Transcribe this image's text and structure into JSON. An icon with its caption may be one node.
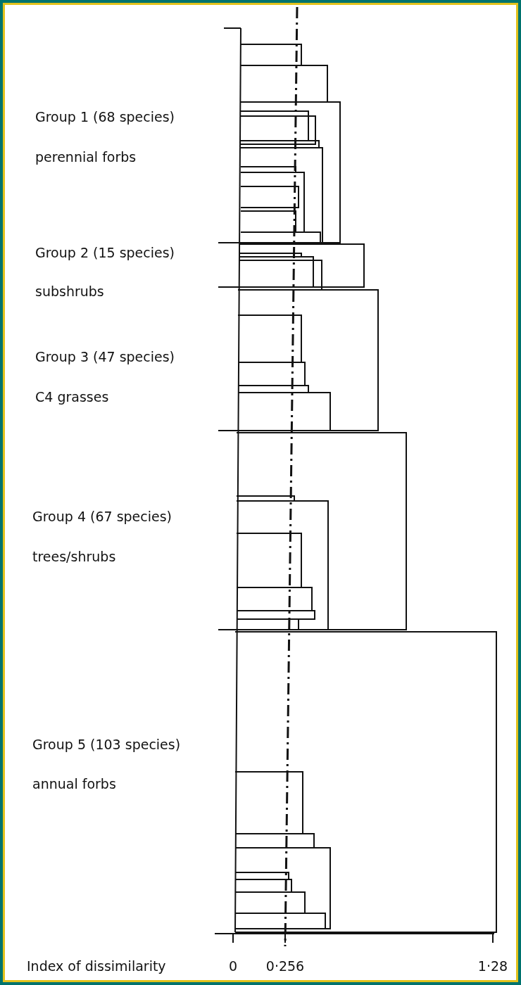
{
  "diagram": {
    "labels": [
      "Group 1 (68 species)",
      "perennial forbs",
      "Group 2 (15 species)",
      "subshrubs",
      "Group 3 (47 species)",
      "C4 grasses",
      "Group 4 (67 species)",
      "trees/shrubs",
      "Group 5 (103 species)",
      "annual forbs",
      "Index of dissimilarity",
      "0",
      "0·256",
      "1·28"
    ]
  }
}
